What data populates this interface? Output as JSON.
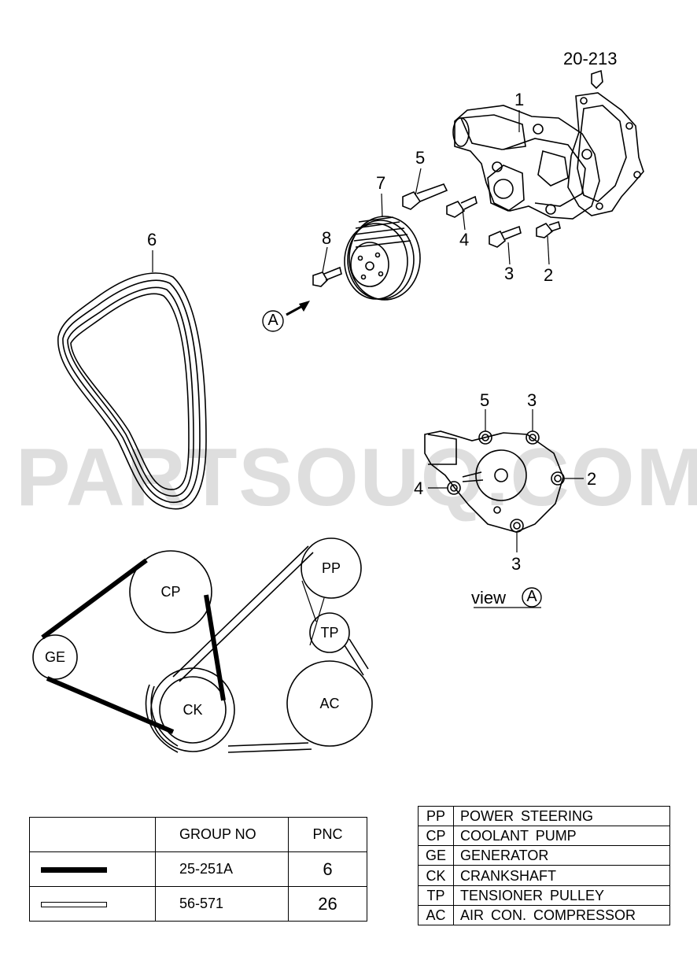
{
  "watermark": "PARTSOUQ.COM",
  "callouts": {
    "ref_20_213": "20-213",
    "n1": "1",
    "n2": "2",
    "n3": "3",
    "n4": "4",
    "n5": "5",
    "n6": "6",
    "n7": "7",
    "n8": "8",
    "view_arrow": "A"
  },
  "view": {
    "label": "view",
    "letter": "A",
    "callouts": {
      "top_left": "5",
      "top_right": "3",
      "right": "2",
      "left": "4",
      "bottom": "3"
    }
  },
  "belt_routing": {
    "pulleys": {
      "pp": "PP",
      "cp": "CP",
      "tp": "TP",
      "ge": "GE",
      "ck": "CK",
      "ac": "AC"
    }
  },
  "group_table": {
    "headers": {
      "group_no": "GROUP NO",
      "pnc": "PNC"
    },
    "rows": [
      {
        "line": "thick",
        "group_no": "25-251A",
        "pnc": "6"
      },
      {
        "line": "thin",
        "group_no": "56-571",
        "pnc": "26"
      }
    ]
  },
  "legend": [
    {
      "code": "PP",
      "desc": "POWER  STEERING"
    },
    {
      "code": "CP",
      "desc": "COOLANT PUMP"
    },
    {
      "code": "GE",
      "desc": "GENERATOR"
    },
    {
      "code": "CK",
      "desc": "CRANKSHAFT"
    },
    {
      "code": "TP",
      "desc": "TENSIONER PULLEY"
    },
    {
      "code": "AC",
      "desc": "AIR  CON.  COMPRESSOR"
    }
  ]
}
